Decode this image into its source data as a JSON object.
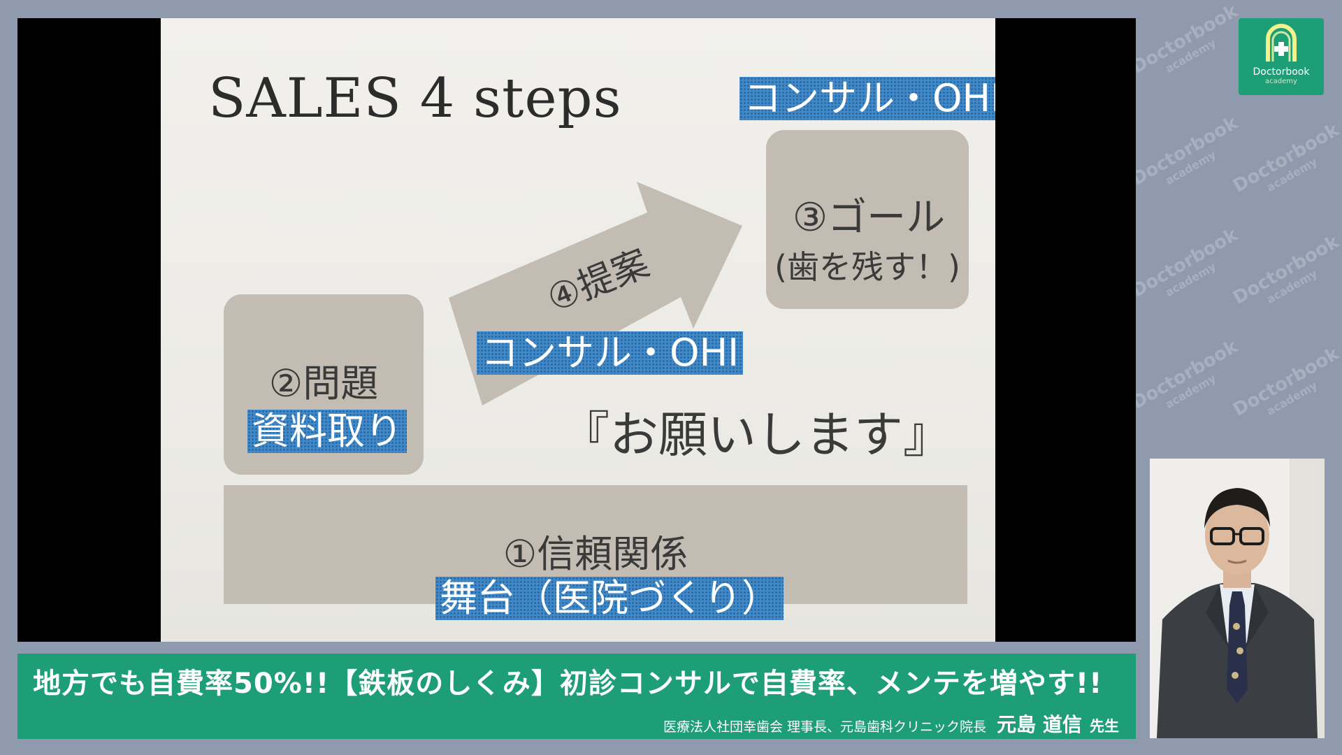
{
  "slide": {
    "title": "SALES  4 steps",
    "top_highlight": "コンサル・OHI",
    "goal_title": "③ゴール",
    "goal_sub": "(歯を残す！)",
    "proposal_label": "④提案",
    "mid_highlight": "コンサル・OHI",
    "problem_title": "②問題",
    "problem_highlight": "資料取り",
    "request_text": "『お願いします』",
    "trust_title": "①信頼関係",
    "trust_highlight": "舞台（医院づくり）"
  },
  "banner": {
    "title": "地方でも自費率50%!!【鉄板のしくみ】初診コンサルで自費率、メンテを増やす!!",
    "organization": "医療法人社団幸歯会 理事長、元島歯科クリニック院長",
    "speaker_name": "元島 道信",
    "honorific": "先生"
  },
  "logo": {
    "name": "Doctorbook",
    "sub": "academy"
  },
  "watermark": {
    "text": "Doctorbook",
    "sub": "academy"
  },
  "colors": {
    "brand_green": "#1e9e76",
    "highlight_blue": "#3f89c9",
    "box_gray": "#c2bcb3",
    "background": "#8f9aae"
  },
  "icons": [
    "doctorbook-logo-icon",
    "speaker-camera-feed"
  ]
}
